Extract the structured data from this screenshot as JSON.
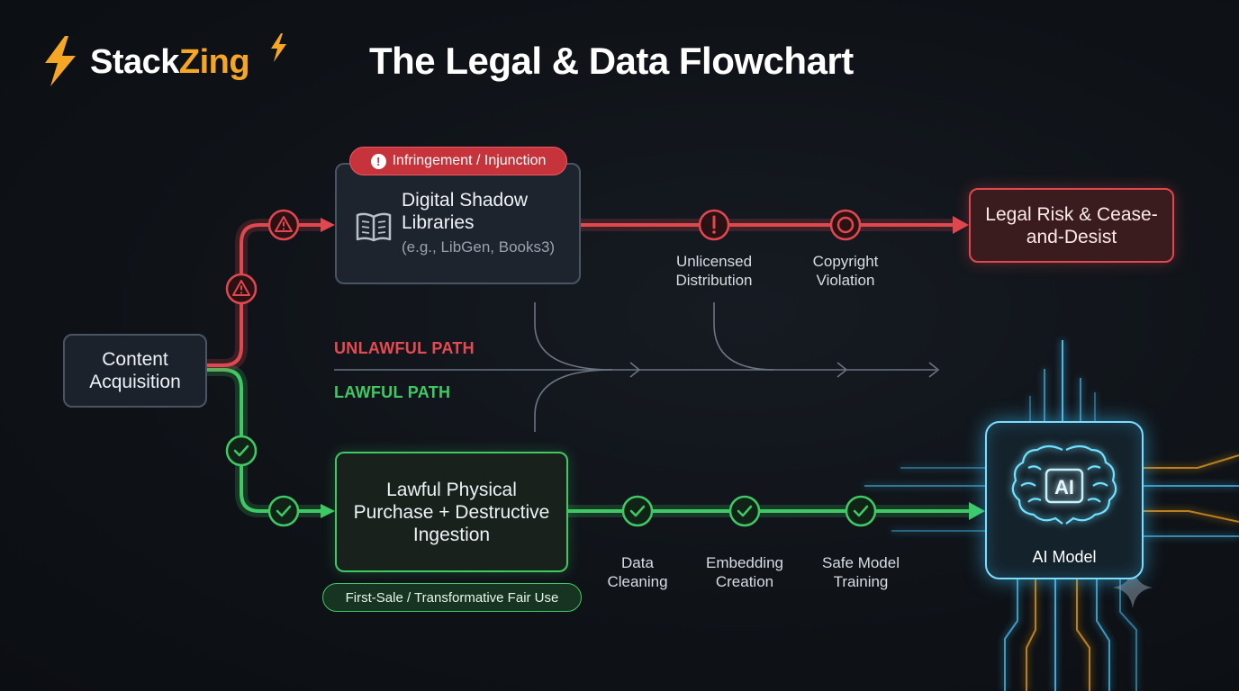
{
  "brand": {
    "name_part1": "Stack",
    "name_part2": "Zing"
  },
  "title": "The Legal & Data Flowchart",
  "nodes": {
    "content": "Content Acquisition",
    "shadow_title": "Digital Shadow Libraries",
    "shadow_sub": "(e.g., LibGen, Books3)",
    "lawful": "Lawful Physical Purchase + Destructive Ingestion",
    "risk": "Legal Risk & Cease-and-Desist",
    "ai": "AI Model"
  },
  "badges": {
    "infringement": "Infringement / Injunction",
    "fair_use": "First-Sale / Transformative Fair Use"
  },
  "stages": {
    "unlicensed": "Unlicensed Distribution",
    "copyright": "Copyright Violation",
    "cleaning": "Data Cleaning",
    "embedding": "Embedding Creation",
    "training": "Safe Model Training"
  },
  "paths": {
    "unlawful": "UNLAWFUL PATH",
    "lawful": "LAWFUL PATH"
  },
  "icons": {
    "warning": "warning-triangle-icon",
    "alert": "exclamation-circle-icon",
    "violation": "ring-icon",
    "check": "check-icon",
    "book": "open-book-icon",
    "brain": "brain-chip-icon",
    "bolt": "lightning-bolt-icon",
    "sparkle": "sparkle-icon"
  },
  "colors": {
    "unlawful": "#e0474e",
    "lawful": "#3ec964",
    "brand_accent": "#f5a623",
    "ai_glow": "#5ad6ff",
    "background": "#0f1318"
  }
}
